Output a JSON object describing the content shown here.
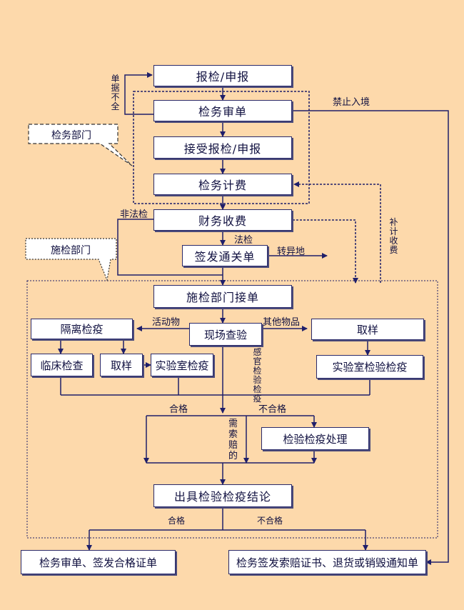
{
  "nodes": {
    "declare": "报检/申报",
    "review": "检务审单",
    "accept": "接受报检/申报",
    "fee_calc": "检务计费",
    "fee_collect": "财务收费",
    "customs_form": "签发通关单",
    "inspection_receive": "施检部门接单",
    "onsite_check": "现场查验",
    "quarantine": "隔离检疫",
    "clinical_check": "临床检查",
    "sampling_left": "取样",
    "lab_left": "实验室检疫",
    "sampling_right": "取样",
    "lab_right": "实验室检验检疫",
    "inspection_handle": "检验检疫处理",
    "conclusion": "出具检验检疫结论",
    "final_pass": "检务审单、签发合格证单",
    "final_fail": "检务签发索赔证书、退货或销毁通知单"
  },
  "callouts": {
    "inspection_dept": "检务部门",
    "execution_dept": "施检部门"
  },
  "labels": {
    "incomplete": "单据不全",
    "entry_banned": "禁止入境",
    "non_legal": "非法检",
    "legal": "法检",
    "transfer": "转异地",
    "supplement_fee": "补计收费",
    "live_animals": "活动物",
    "other_goods": "其他物品",
    "sensory": "感官检验检疫",
    "pass_1": "合格",
    "fail_1": "不合格",
    "claim_needed": "需索赔的",
    "pass_2": "合格",
    "fail_2": "不合格"
  }
}
